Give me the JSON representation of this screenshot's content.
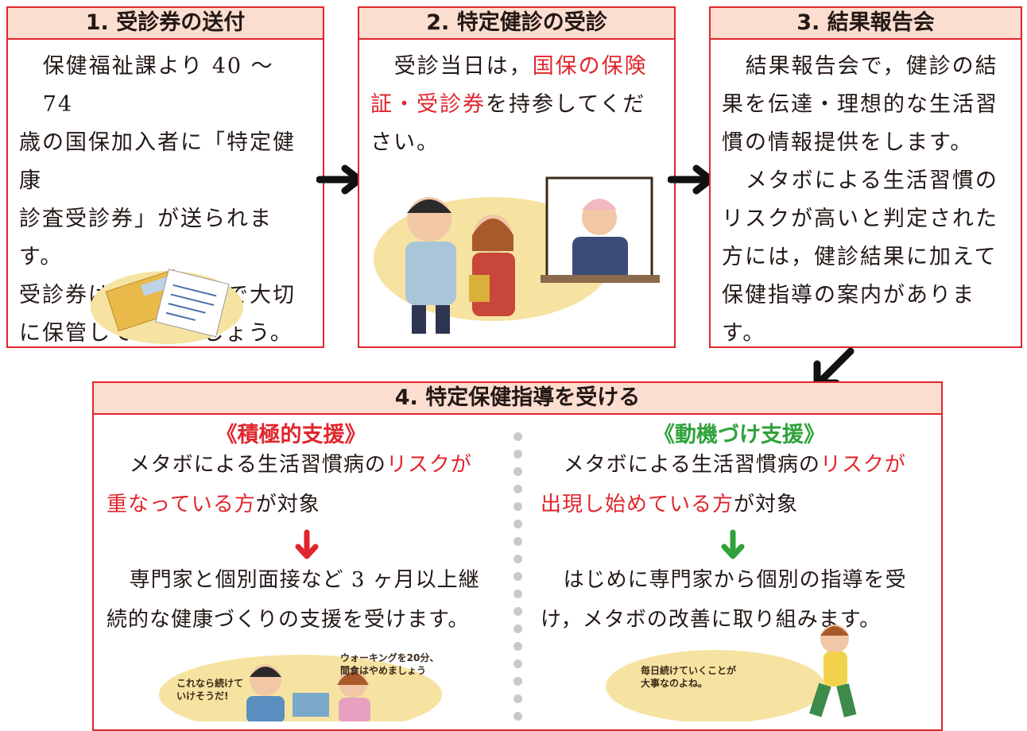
{
  "step1": {
    "title": "1. 受診券の送付",
    "lines": [
      "保健福祉課より 40 〜 74",
      "歳の国保加入者に「特定健康",
      "診査受診券」が送られます。",
      "受診券は，受診日まで大切",
      "に保管しておきましょう。"
    ]
  },
  "step2": {
    "title": "2. 特定健診の受診",
    "line1_pre": "受診当日は，",
    "line1_red": "国保の保険",
    "line2_red": "証・受診券",
    "line2_post": "を持参してくだ",
    "line3": "さい。"
  },
  "step3": {
    "title": "3. 結果報告会",
    "lines": [
      "結果報告会で，健診の結",
      "果を伝達・理想的な生活習",
      "慣の情報提供をします。",
      "メタボによる生活習慣の",
      "リスクが高いと判定された",
      "方には，健診結果に加えて",
      "保健指導の案内があります。"
    ]
  },
  "step4": {
    "title": "4. 特定保健指導を受ける",
    "left": {
      "heading": "《積極的支援》",
      "l1_pre": "メタボによる生活習慣病の",
      "l1_red": "リスクが",
      "l2_red": "重なっている方",
      "l2_post": "が対象",
      "l3": "専門家と個別面接など 3 ヶ月以上継",
      "l4": "続的な健康づくりの支援を受けます。",
      "bubble_a": [
        "ウォーキングを20分、",
        "間食はやめましょう"
      ],
      "bubble_b": [
        "これなら続けて",
        "いけそうだ!"
      ]
    },
    "right": {
      "heading": "《動機づけ支援》",
      "l1_pre": "メタボによる生活習慣病の",
      "l1_red": "リスクが",
      "l2_red": "出現し始めている方",
      "l2_post": "が対象",
      "l3": "はじめに専門家から個別の指導を受",
      "l4": "け，メタボの改善に取り組みます。",
      "bubble": [
        "毎日続けていくことが",
        "大事なのよね。"
      ]
    }
  },
  "colors": {
    "red": "#e0262c",
    "green": "#2fa23a",
    "header_bg": "#fcded0",
    "illus_bg": "#f6e3a1"
  }
}
